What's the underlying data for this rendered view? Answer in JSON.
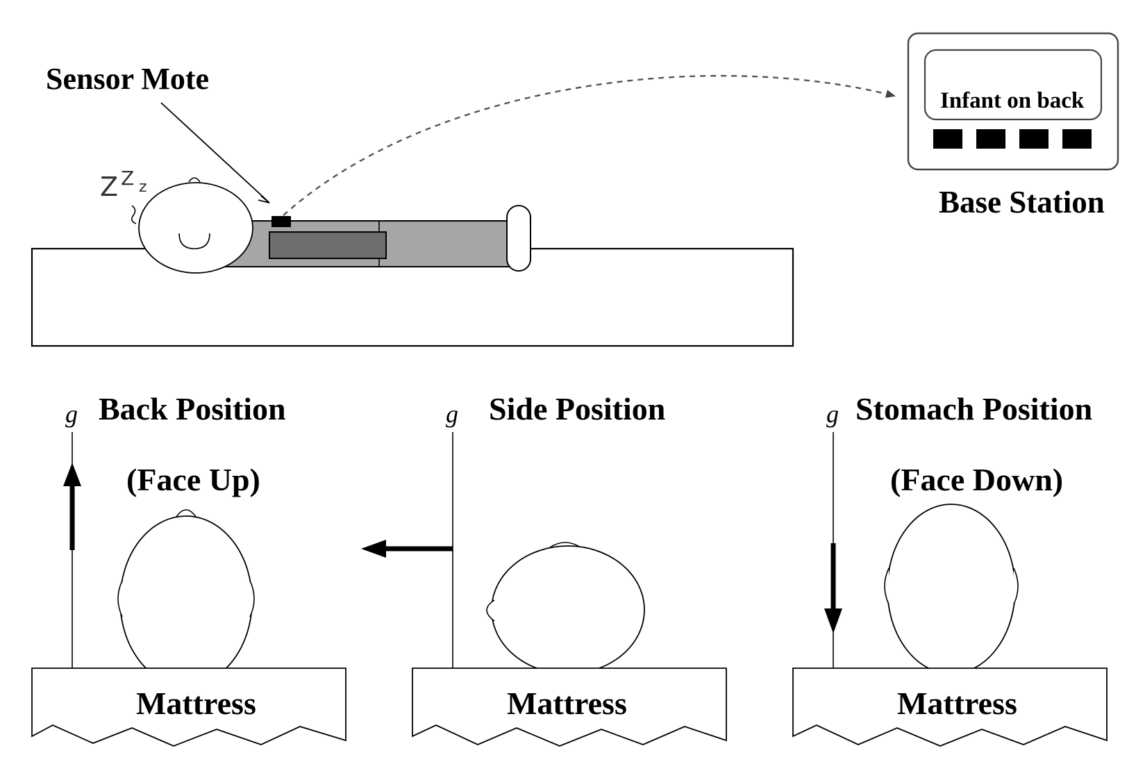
{
  "top": {
    "sensor_label": "Sensor Mote",
    "snore": {
      "big": "Z",
      "mid": "Z",
      "small": "z"
    },
    "base_station": {
      "screen_text": "Infant on back",
      "label": "Base Station",
      "button_count": 4
    }
  },
  "panels": [
    {
      "gravity_symbol": "g",
      "title_line1": "Back Position",
      "title_line2": "(Face Up)",
      "mattress_label": "Mattress",
      "vector_direction": "up"
    },
    {
      "gravity_symbol": "g",
      "title_line1": "Side Position",
      "title_line2": "",
      "mattress_label": "Mattress",
      "vector_direction": "left"
    },
    {
      "gravity_symbol": "g",
      "title_line1": "Stomach Position",
      "title_line2": "(Face Down)",
      "mattress_label": "Mattress",
      "vector_direction": "down"
    }
  ],
  "colors": {
    "line": "#000000",
    "body_light": "#a6a6a6",
    "body_dark": "#6e6e6e",
    "mote": "#000000",
    "dashed_link": "#555555"
  }
}
